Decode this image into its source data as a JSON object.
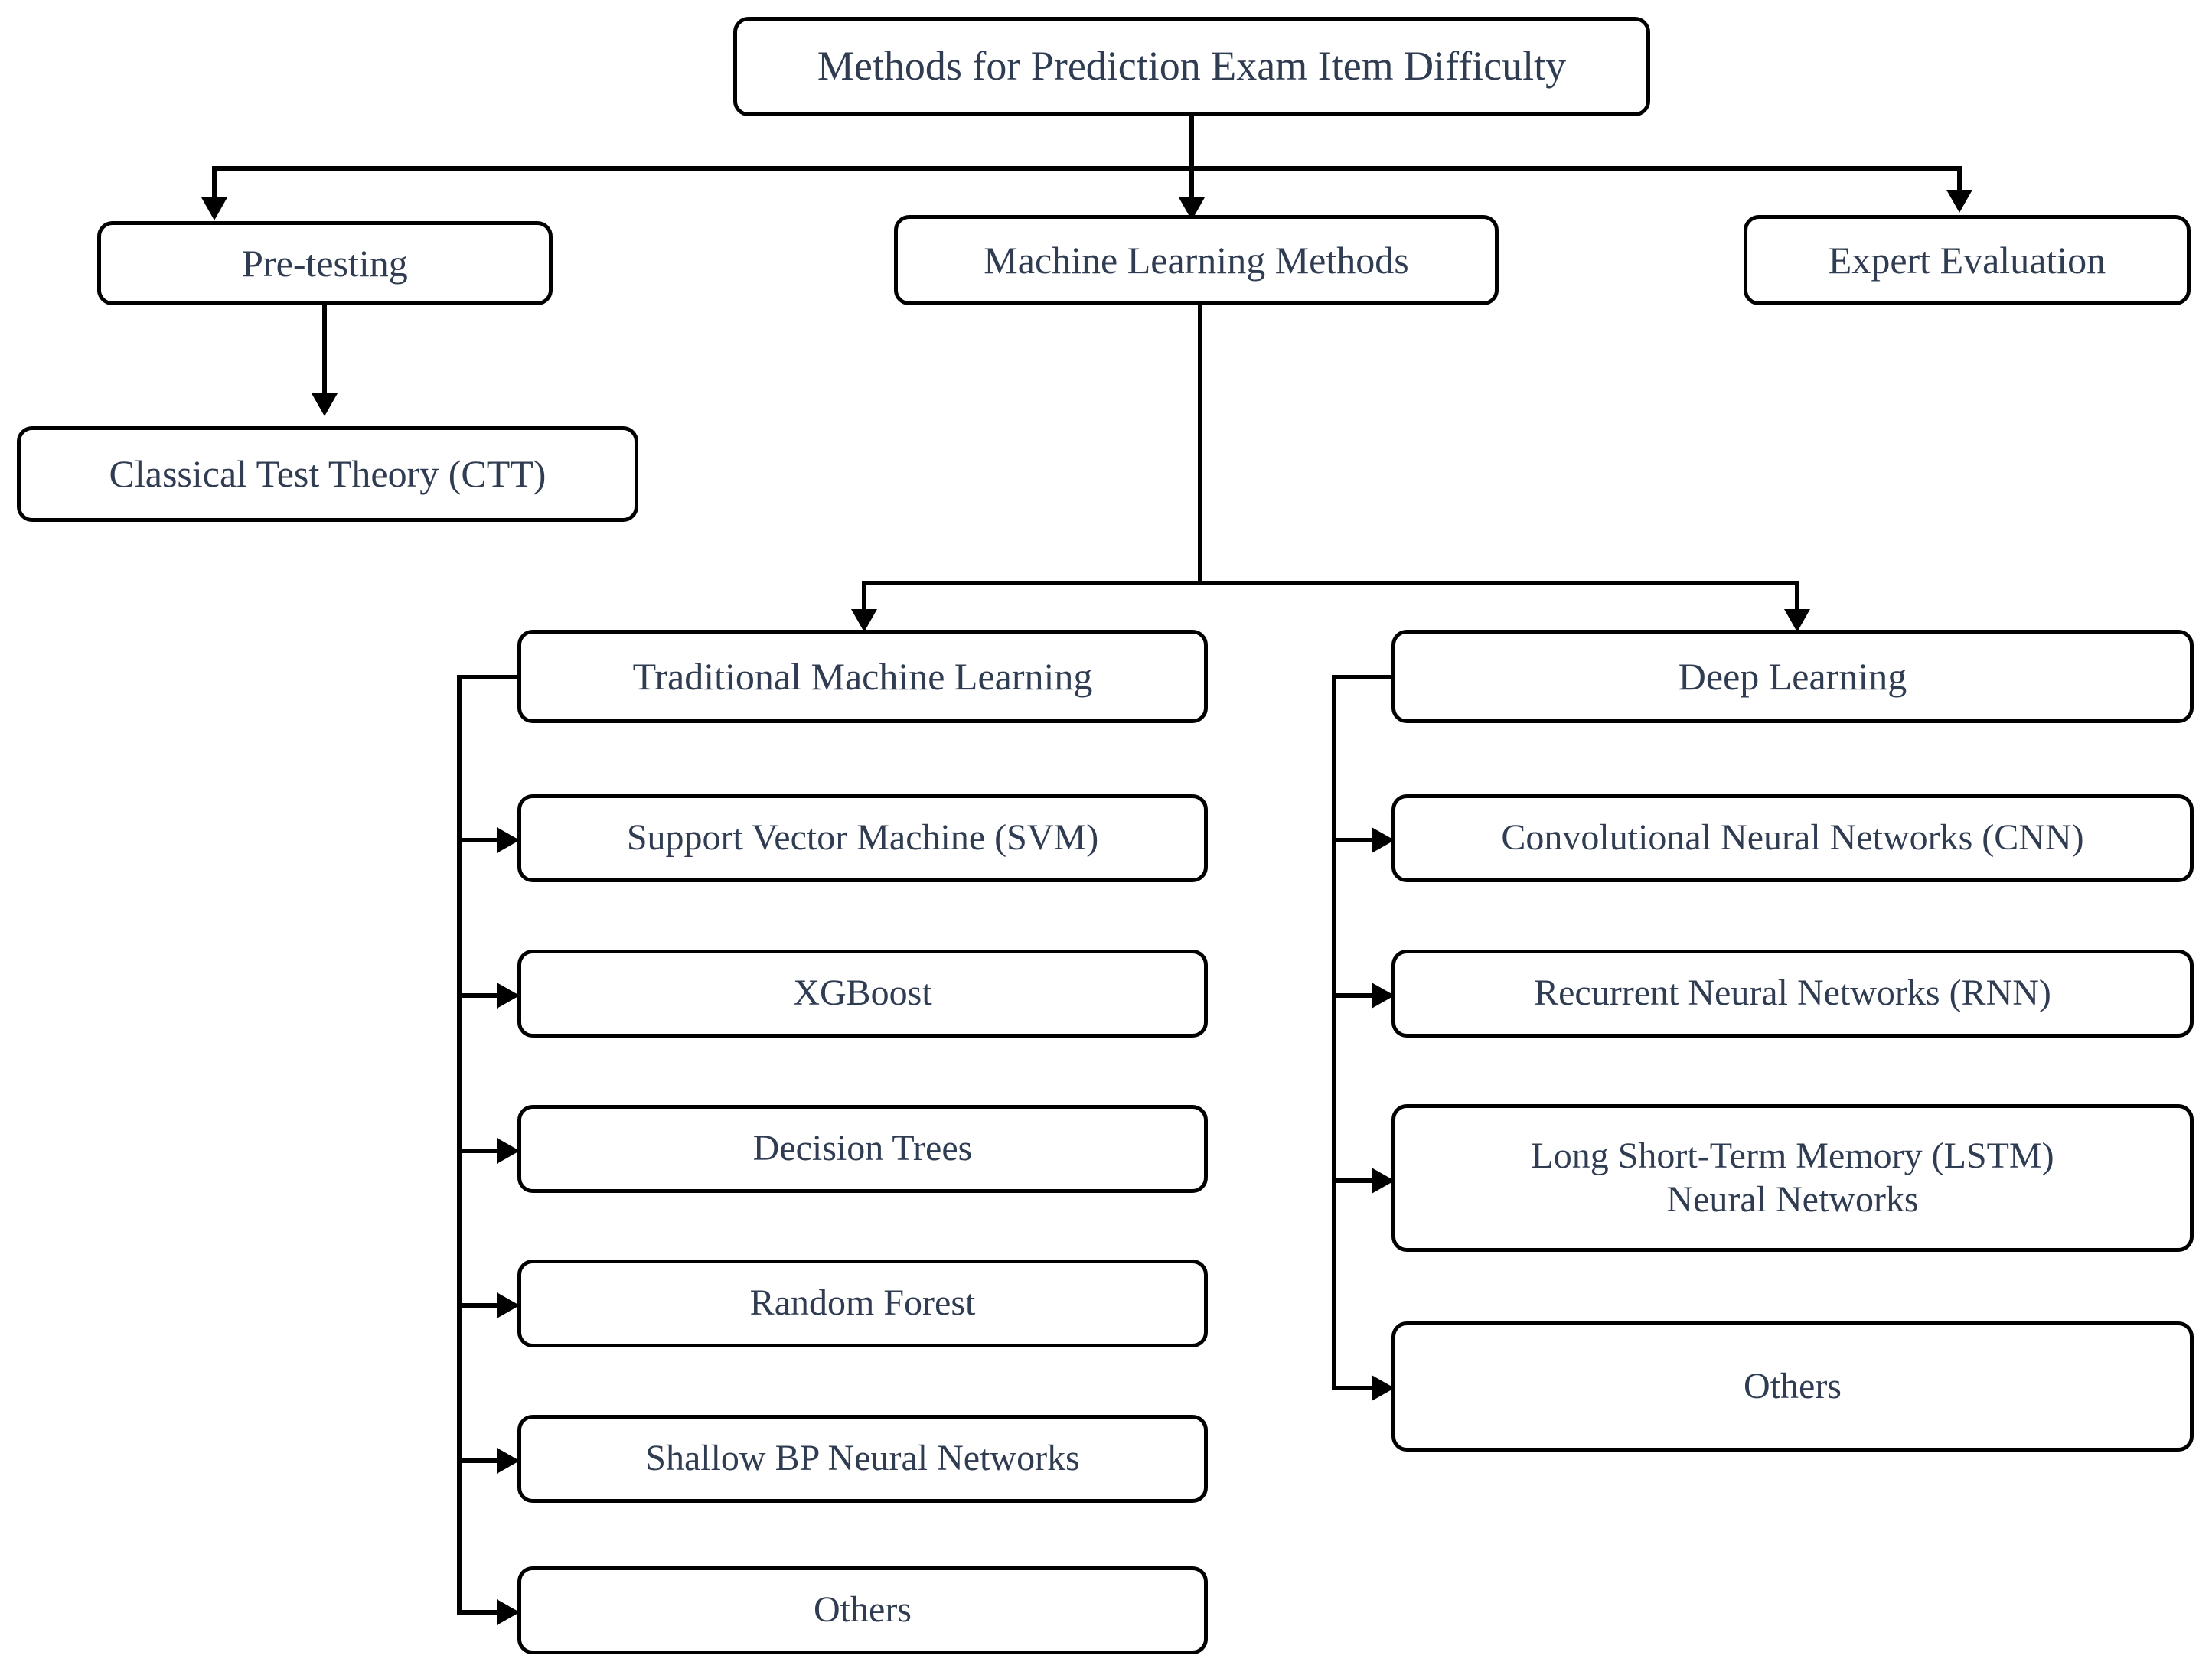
{
  "diagram": {
    "title": "Methods for Prediction Exam Item Difficulty",
    "type": "hierarchy-tree-flowchart",
    "colors": {
      "text": "#2f3c52",
      "border": "#000000",
      "background": "#ffffff",
      "connector": "#000000"
    },
    "nodes": {
      "root": {
        "label": "Methods for Prediction Exam Item Difficulty"
      },
      "pre_testing": {
        "label": "Pre-testing"
      },
      "ctt": {
        "label": "Classical Test Theory (CTT)"
      },
      "ml_methods": {
        "label": "Machine Learning Methods"
      },
      "expert_eval": {
        "label": "Expert Evaluation"
      },
      "traditional_ml": {
        "label": "Traditional Machine Learning"
      },
      "deep_learning": {
        "label": "Deep Learning"
      }
    },
    "traditional_ml_children": [
      {
        "label": "Support Vector Machine (SVM)"
      },
      {
        "label": "XGBoost"
      },
      {
        "label": "Decision Trees"
      },
      {
        "label": "Random Forest"
      },
      {
        "label": "Shallow BP Neural Networks"
      },
      {
        "label": "Others"
      }
    ],
    "deep_learning_children": [
      {
        "label": "Convolutional Neural Networks (CNN)"
      },
      {
        "label": "Recurrent Neural Networks (RNN)"
      },
      {
        "label": "Long Short-Term Memory (LSTM)\nNeural Networks"
      },
      {
        "label": "Others"
      }
    ]
  }
}
